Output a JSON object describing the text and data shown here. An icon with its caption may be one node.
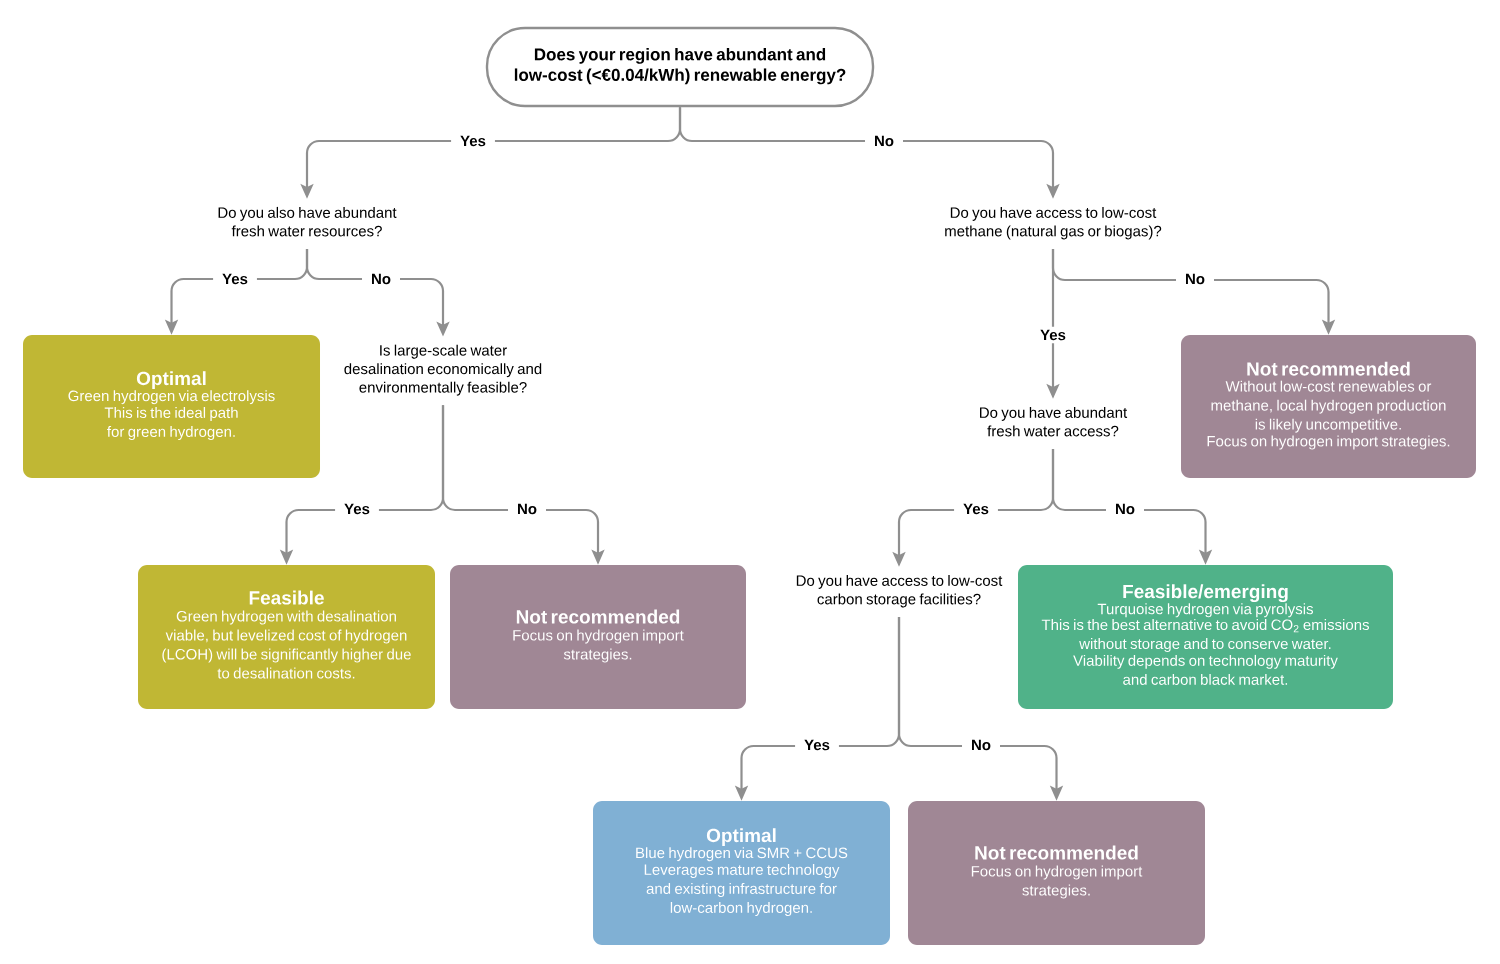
{
  "diagram": {
    "nodes": [
      {
        "text": [
          "Does your region have abundant and low-cost (<€0.04/kWh) renewable energy?"
        ]
      },
      {
        "text": [
          "Do you also have abundant fresh water resources?"
        ]
      },
      {
        "text": [
          "Do you have access to low-cost methane (natural gas or biogas)?"
        ]
      },
      {
        "text": [
          "Optimal",
          "Green hydrogen via electrolysis",
          "This is the ideal path for green hydrogen."
        ]
      },
      {
        "text": [
          "Is large-scale water desalination economically and environmentally feasible?"
        ]
      },
      {
        "text": [
          "Not recommended",
          "Without low-cost renewables or methane, local hydrogen production is likely uncompetitive.",
          "Focus on hydrogen import strategies."
        ]
      },
      {
        "text": [
          "Do you have abundant fresh water access?"
        ]
      },
      {
        "text": [
          "Feasible",
          "Green hydrogen with desalination viable, but levelized cost of hydrogen (LCOH) will be significantly higher due to desalination costs."
        ]
      },
      {
        "text": [
          "Not recommended",
          "Focus on hydrogen import strategies."
        ]
      },
      {
        "text": [
          "Do you have access to low-cost carbon storage facilities?"
        ]
      },
      {
        "text": [
          "Feasible/emerging",
          "Turquoise hydrogen via pyrolysis",
          "This is the best alternative to avoid CO$_{2}$ emissions without storage and to conserve water.",
          "Viability depends on technology maturity and carbon black market."
        ]
      },
      {
        "text": [
          "Optimal",
          "Blue hydrogen via SMR + CCUS",
          "Leverages mature technology and existing infrastructure for low-carbon hydrogen."
        ]
      },
      {
        "text": [
          "Not recommended",
          "Focus on hydrogen import strategies."
        ]
      }
    ],
    "edges": [
      {
        "from": 0,
        "to": 1,
        "arrow": "to",
        "label": "Yes"
      },
      {
        "from": 0,
        "to": 2,
        "arrow": "to",
        "label": "No"
      },
      {
        "from": 1,
        "to": 3,
        "arrow": "to",
        "label": "Yes"
      },
      {
        "from": 1,
        "to": 4,
        "arrow": "to",
        "label": "No"
      },
      {
        "from": 2,
        "to": 6,
        "arrow": "to",
        "label": "Yes"
      },
      {
        "from": 2,
        "to": 5,
        "arrow": "to",
        "label": "No"
      },
      {
        "from": 4,
        "to": 7,
        "arrow": "to",
        "label": "Yes"
      },
      {
        "from": 4,
        "to": 8,
        "arrow": "to",
        "label": "No"
      },
      {
        "from": 6,
        "to": 9,
        "arrow": "to",
        "label": "Yes"
      },
      {
        "from": 6,
        "to": 10,
        "arrow": "to",
        "label": "No"
      },
      {
        "from": 9,
        "to": 11,
        "arrow": "to",
        "label": "Yes"
      },
      {
        "from": 9,
        "to": 12,
        "arrow": "to",
        "label": "No"
      }
    ]
  }
}
